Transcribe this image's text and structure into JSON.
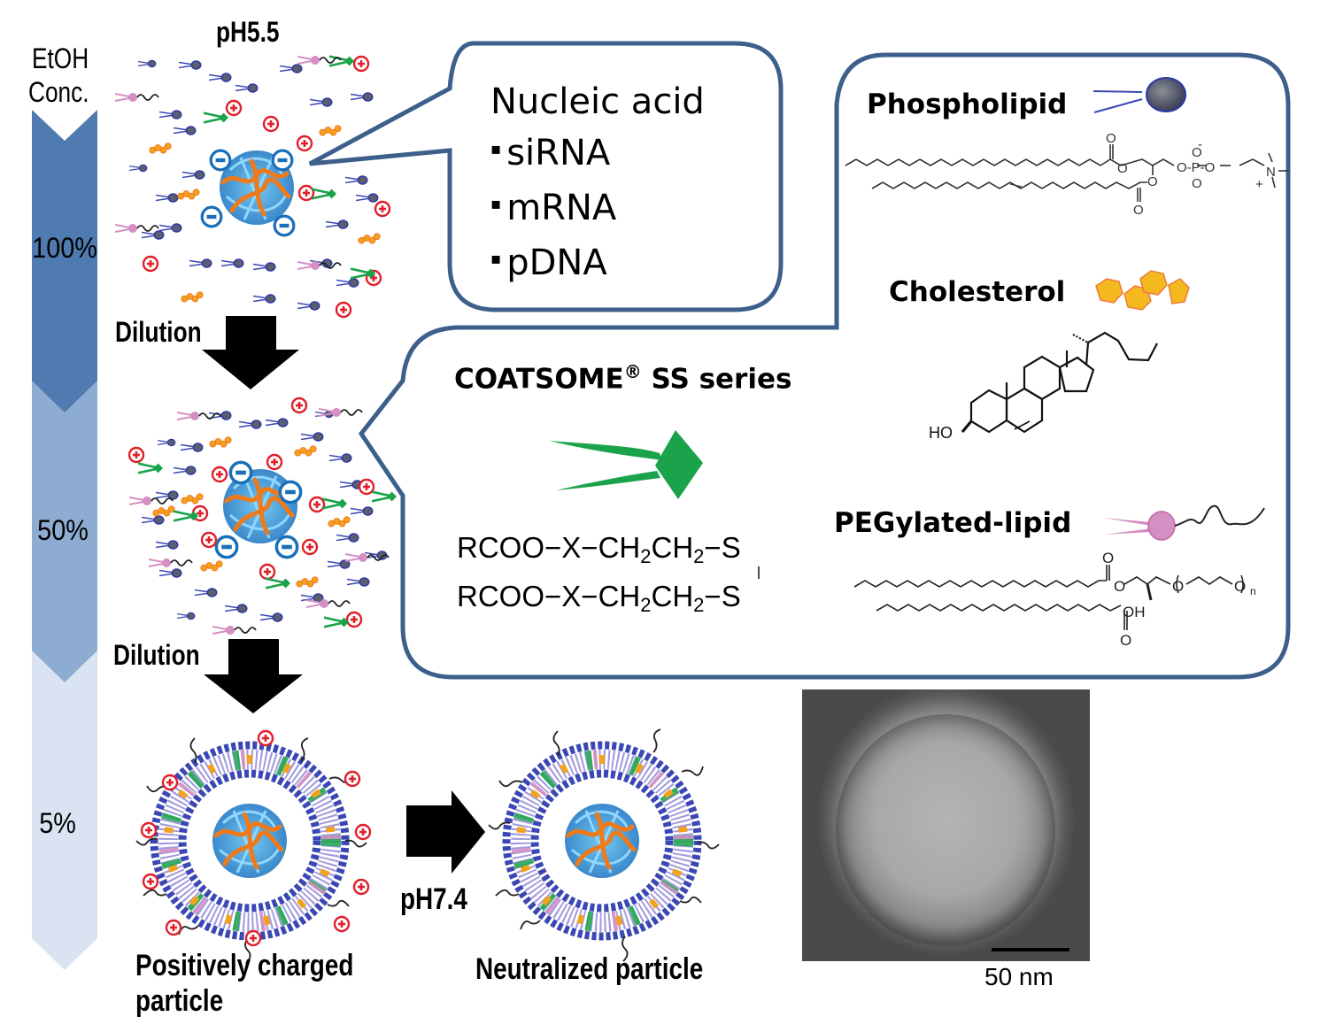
{
  "title": "LNP formulation with COATSOME SS series",
  "colors": {
    "callout_border": "#3d5f8c",
    "etoh_100": "#4f7bb0",
    "etoh_50": "#8eabd1",
    "etoh_5": "#d9e3f1",
    "lipid_head": "#2e3a8c",
    "ss_lipid": "#1aa34a",
    "cholesterol": "#f0b323",
    "peg_lipid": "#d48fc3",
    "positive_charge": "#e0202a",
    "negative_charge": "#1a6fb8",
    "nucleic_acid_core": "#3a9bd9",
    "nucleic_acid_strand": "#ef7a1a"
  },
  "etoh_scale": {
    "title_line1": "EtOH",
    "title_line2": "Conc.",
    "levels": [
      {
        "label": "100%",
        "value": 100
      },
      {
        "label": "50%",
        "value": 50
      },
      {
        "label": "5%",
        "value": 5
      }
    ]
  },
  "process": {
    "start_ph": "pH5.5",
    "dilution_1": "Dilution",
    "dilution_2": "Dilution",
    "ph_shift": "pH7.4",
    "particle_positive_line1": "Positively charged",
    "particle_positive_line2": "particle",
    "particle_neutral": "Neutralized particle"
  },
  "nucleic_acid_callout": {
    "title": "Nucleic acid",
    "items": [
      "siRNA",
      "mRNA",
      "pDNA"
    ],
    "bullet": "▪"
  },
  "components": {
    "coatsome_title": "COATSOME",
    "coatsome_reg": "®",
    "coatsome_suffix": " SS series",
    "formula_line1": {
      "a": "RCOO",
      "b": "X",
      "c": "CH",
      "sub1": "2",
      "d": "CH",
      "sub2": "2",
      "e": "S"
    },
    "formula_line2": {
      "a": "RCOO",
      "b": "X",
      "c": "CH",
      "sub1": "2",
      "d": "CH",
      "sub2": "2",
      "e": "S"
    },
    "phospholipid": "Phospholipid",
    "cholesterol": "Cholesterol",
    "cholesterol_ho": "HO",
    "peg_lipid": "PEGylated-lipid",
    "peg_oh": "OH",
    "peg_n": "n"
  },
  "tem": {
    "scale_label": "50 nm"
  }
}
